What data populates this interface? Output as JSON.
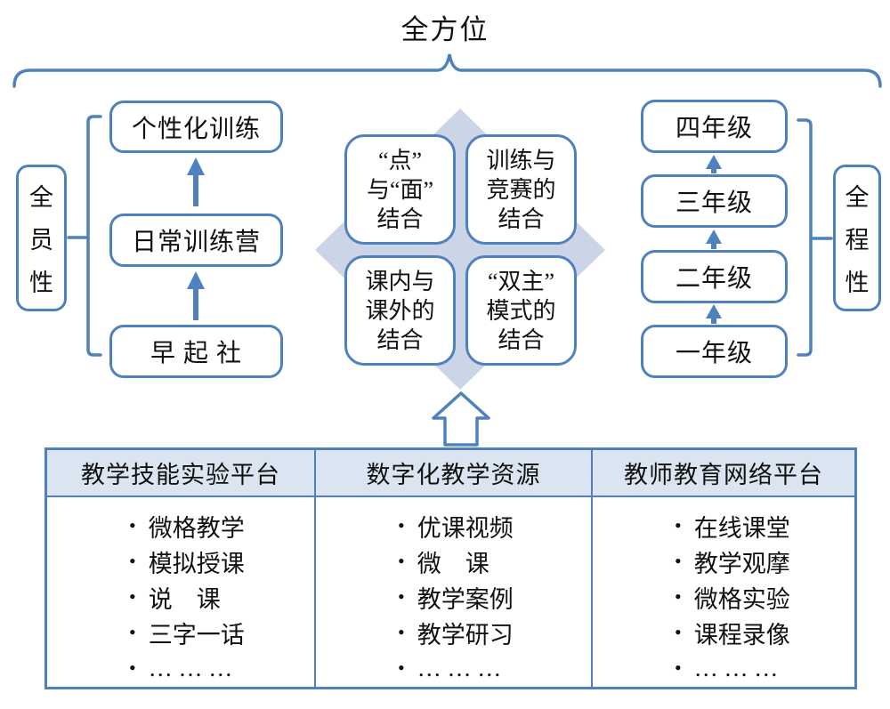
{
  "title": "全方位",
  "colors": {
    "line_blue": "#4f81bd",
    "diamond_fill": "#ccd4e8",
    "table_header_fill": "#dbe5f1",
    "text": "#111111"
  },
  "left_group": {
    "side_label": {
      "chars": [
        "全",
        "员",
        "性"
      ]
    },
    "boxes": [
      "个性化训练",
      "日常训练营",
      "早 起 社"
    ]
  },
  "center_group": {
    "boxes": [
      {
        "lines": [
          "“点”",
          "与“面”",
          "结合"
        ]
      },
      {
        "lines": [
          "训练与",
          "竞赛的",
          "结合"
        ]
      },
      {
        "lines": [
          "课内与",
          "课外的",
          "结合"
        ]
      },
      {
        "lines": [
          "“双主”",
          "模式的",
          "结合"
        ]
      }
    ]
  },
  "right_group": {
    "side_label": {
      "chars": [
        "全",
        "程",
        "性"
      ]
    },
    "boxes": [
      "四年级",
      "三年级",
      "二年级",
      "一年级"
    ]
  },
  "table": {
    "bullet": "•",
    "columns": [
      {
        "header": "教学技能实验平台",
        "items": [
          "微格教学",
          "模拟授课",
          "说　课",
          "三字一话",
          "… … …"
        ]
      },
      {
        "header": "数字化教学资源",
        "items": [
          "优课视频",
          "微　课",
          "教学案例",
          "教学研习",
          "… … …"
        ]
      },
      {
        "header": "教师教育网络平台",
        "items": [
          "在线课堂",
          "教学观摩",
          "微格实验",
          "课程录像",
          "… … …"
        ]
      }
    ]
  }
}
